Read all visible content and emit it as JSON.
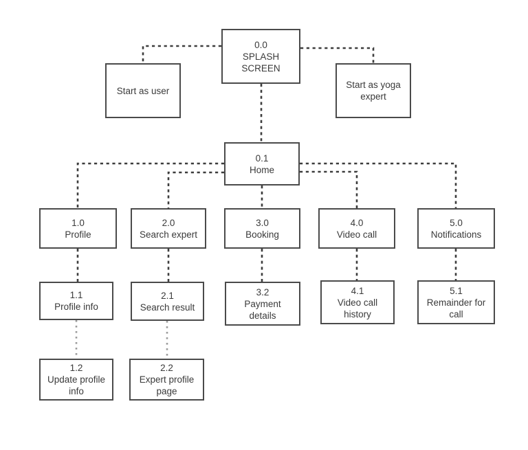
{
  "diagram_type": "app-sitemap-flowchart",
  "colors": {
    "background": "#ffffff",
    "box_border": "#4a4a4a",
    "box_fill": "#ffffff",
    "text": "#3a3a3a",
    "connector_dark": "#3d3d3d",
    "connector_light": "#9c9c9c"
  },
  "nodes": {
    "splash": {
      "code": "0.0",
      "label": "SPLASH SCREEN"
    },
    "start_user": {
      "label": "Start as user"
    },
    "start_expert": {
      "label": "Start as yoga expert"
    },
    "home": {
      "code": "0.1",
      "label": "Home"
    },
    "profile": {
      "code": "1.0",
      "label": "Profile"
    },
    "search_expert": {
      "code": "2.0",
      "label": "Search expert"
    },
    "booking": {
      "code": "3.0",
      "label": "Booking"
    },
    "video_call": {
      "code": "4.0",
      "label": "Video call"
    },
    "notifications": {
      "code": "5.0",
      "label": "Notifications"
    },
    "profile_info": {
      "code": "1.1",
      "label": "Profile info"
    },
    "search_result": {
      "code": "2.1",
      "label": "Search result"
    },
    "payment_details": {
      "code": "3.2",
      "label": "Payment details"
    },
    "video_call_history": {
      "code": "4.1",
      "label": "Video call history"
    },
    "remainder_for_call": {
      "code": "5.1",
      "label": "Remainder for call"
    },
    "update_profile_info": {
      "code": "1.2",
      "label": "Update profile info"
    },
    "expert_profile_page": {
      "code": "2.2",
      "label": "Expert profile page"
    }
  },
  "edges": [
    {
      "from": "splash",
      "to": "start_user",
      "style": "dashed-dark"
    },
    {
      "from": "splash",
      "to": "start_expert",
      "style": "dashed-dark"
    },
    {
      "from": "splash",
      "to": "home",
      "style": "dashed-dark"
    },
    {
      "from": "home",
      "to": "profile",
      "style": "dashed-dark"
    },
    {
      "from": "home",
      "to": "search_expert",
      "style": "dashed-dark"
    },
    {
      "from": "home",
      "to": "booking",
      "style": "dashed-dark"
    },
    {
      "from": "home",
      "to": "video_call",
      "style": "dashed-dark"
    },
    {
      "from": "home",
      "to": "notifications",
      "style": "dashed-dark"
    },
    {
      "from": "profile",
      "to": "profile_info",
      "style": "dashed-dark"
    },
    {
      "from": "search_expert",
      "to": "search_result",
      "style": "dashed-dark"
    },
    {
      "from": "booking",
      "to": "payment_details",
      "style": "dashed-dark"
    },
    {
      "from": "video_call",
      "to": "video_call_history",
      "style": "dashed-dark"
    },
    {
      "from": "notifications",
      "to": "remainder_for_call",
      "style": "dashed-dark"
    },
    {
      "from": "profile_info",
      "to": "update_profile_info",
      "style": "dotted-light"
    },
    {
      "from": "search_result",
      "to": "expert_profile_page",
      "style": "dotted-light"
    }
  ]
}
